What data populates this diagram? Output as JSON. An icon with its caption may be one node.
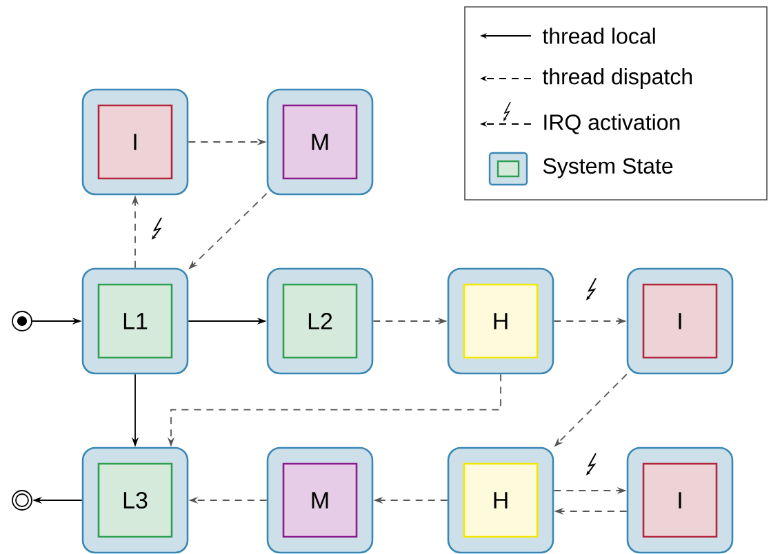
{
  "diagram": {
    "nodes": [
      {
        "text": [
          "I"
        ]
      },
      {
        "text": [
          "M"
        ]
      },
      {
        "text": [],
        "shape": "circle"
      },
      {
        "text": [
          "L1"
        ]
      },
      {
        "text": [
          "L2"
        ]
      },
      {
        "text": [
          "H"
        ]
      },
      {
        "text": [
          "I"
        ]
      },
      {
        "text": [],
        "shape": "circle"
      },
      {
        "text": [
          "L3"
        ]
      },
      {
        "text": [
          "M"
        ]
      },
      {
        "text": [
          "H"
        ]
      },
      {
        "text": [
          "I"
        ]
      }
    ],
    "edges": [
      {
        "from": 2,
        "to": 3,
        "arrow": "to"
      },
      {
        "from": 3,
        "to": 4,
        "arrow": "to"
      },
      {
        "from": 4,
        "to": 5,
        "arrow": "to",
        "style": "dashed"
      },
      {
        "from": 5,
        "to": 6,
        "arrow": "to",
        "style": "dashed"
      },
      {
        "from": 3,
        "to": 0,
        "arrow": "to",
        "style": "dashed"
      },
      {
        "from": 0,
        "to": 1,
        "arrow": "to",
        "style": "dashed"
      },
      {
        "from": 1,
        "to": 3,
        "arrow": "to",
        "style": "dashed"
      },
      {
        "from": 3,
        "to": 8,
        "arrow": "to"
      },
      {
        "from": 5,
        "to": 8,
        "arrow": "to",
        "style": "dashed"
      },
      {
        "from": 6,
        "to": 10,
        "arrow": "to",
        "style": "dashed"
      },
      {
        "from": 10,
        "to": 11,
        "arrow": "to",
        "style": "dashed"
      },
      {
        "from": 11,
        "to": 10,
        "arrow": "to",
        "style": "dashed"
      },
      {
        "from": 10,
        "to": 9,
        "arrow": "to",
        "style": "dashed"
      },
      {
        "from": 9,
        "to": 8,
        "arrow": "to",
        "style": "dashed"
      },
      {
        "from": 8,
        "to": 7,
        "arrow": "to"
      }
    ],
    "legend": [
      {
        "text": "thread local"
      },
      {
        "text": "thread dispatch"
      },
      {
        "text": "IRQ activation"
      },
      {
        "text": "System State"
      }
    ]
  }
}
